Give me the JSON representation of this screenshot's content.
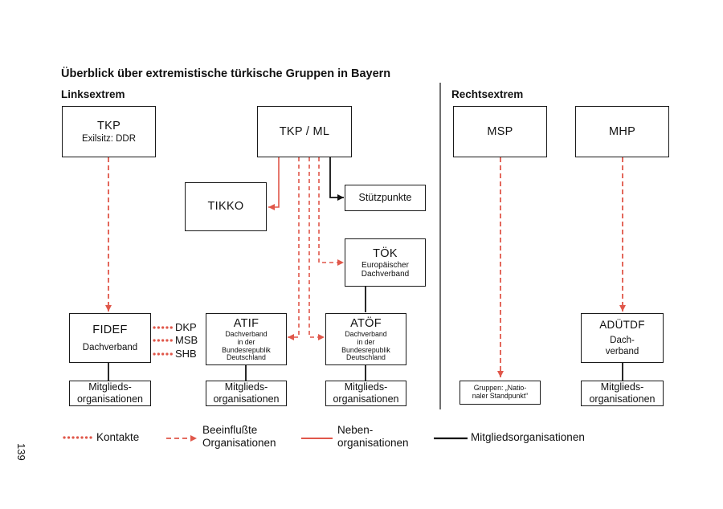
{
  "title": "Überblick über extremistische türkische Gruppen in Bayern",
  "sections": {
    "left": "Linksextrem",
    "right": "Rechtsextrem"
  },
  "page_number": "139",
  "nodes": {
    "tkp": {
      "name": "TKP",
      "sub": "Exilsitz: DDR"
    },
    "tkpml": {
      "name": "TKP / ML"
    },
    "tikko": {
      "name": "TIKKO"
    },
    "stuetzpunkte": {
      "name": "Stützpunkte"
    },
    "toek": {
      "name": "TÖK",
      "sub1": "Europäischer",
      "sub2": "Dachverband"
    },
    "fidef": {
      "name": "FIDEF",
      "sub": "Dachverband"
    },
    "atif": {
      "name": "ATIF",
      "l1": "Dachverband",
      "l2": "in der",
      "l3": "Bundesrepublik",
      "l4": "Deutschland"
    },
    "atoef": {
      "name": "ATÖF",
      "l1": "Dachverband",
      "l2": "in der",
      "l3": "Bundesrepublik",
      "l4": "Deutschland"
    },
    "msp": {
      "name": "MSP"
    },
    "mhp": {
      "name": "MHP"
    },
    "aduetdf": {
      "name": "ADÜTDF",
      "sub1": "Dach-",
      "sub2": "verband"
    },
    "mitglieds_fidef": {
      "l1": "Mitglieds-",
      "l2": "organisationen"
    },
    "mitglieds_atif": {
      "l1": "Mitglieds-",
      "l2": "organisationen"
    },
    "mitglieds_atoef": {
      "l1": "Mitglieds-",
      "l2": "organisationen"
    },
    "gruppen_msp": {
      "l1": "Gruppen: „Natio-",
      "l2": "naler Standpunkt“"
    },
    "mitglieds_aduetdf": {
      "l1": "Mitglieds-",
      "l2": "organisationen"
    }
  },
  "contacts": [
    "DKP",
    "MSB",
    "SHB"
  ],
  "legend": {
    "kontakte": "Kontakte",
    "beeinflusst_l1": "Beeinflußte",
    "beeinflusst_l2": "Organisationen",
    "neben_l1": "Neben-",
    "neben_l2": "organisationen",
    "mitglieds": "Mitgliedsorganisationen"
  },
  "colors": {
    "red": "#e0574a",
    "black": "#111111"
  },
  "icons": [
    "solid-arrow",
    "dashed-arrow",
    "dotted-line"
  ]
}
